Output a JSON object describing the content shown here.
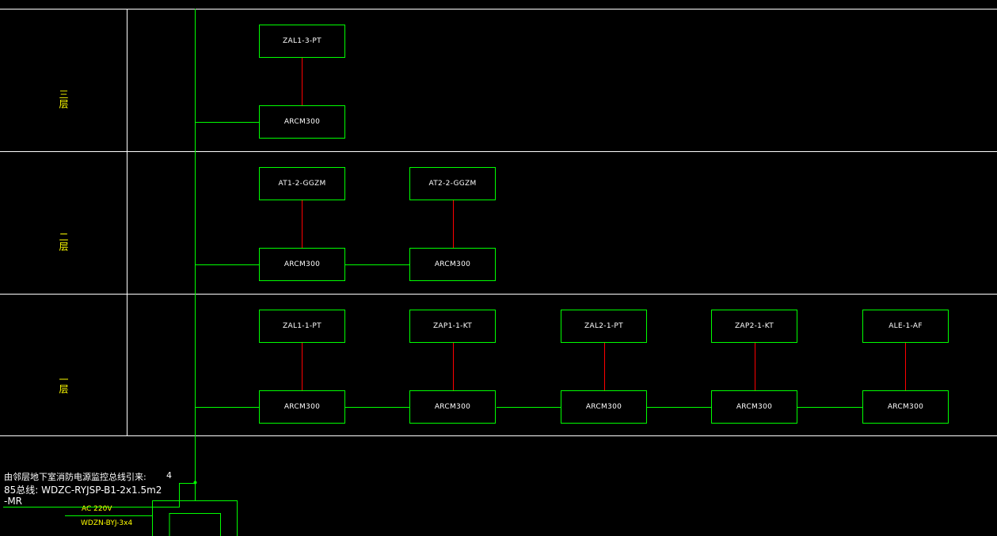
{
  "floors": [
    {
      "label": "三层"
    },
    {
      "label": "二层"
    },
    {
      "label": "一层"
    }
  ],
  "floor3": {
    "panels": [
      "ZAL1-3-PT"
    ],
    "modules": [
      "ARCM300"
    ]
  },
  "floor2": {
    "panels": [
      "AT1-2-GGZM",
      "AT2-2-GGZM"
    ],
    "modules": [
      "ARCM300",
      "ARCM300"
    ]
  },
  "floor1": {
    "panels": [
      "ZAL1-1-PT",
      "ZAP1-1-KT",
      "ZAL2-1-PT",
      "ZAP2-1-KT",
      "ALE-1-AF"
    ],
    "modules": [
      "ARCM300",
      "ARCM300",
      "ARCM300",
      "ARCM300",
      "ARCM300"
    ]
  },
  "notes": {
    "source_line1": "由邻层地下室消防电源监控总线引来:",
    "source_num": "4",
    "source_line2": "85总线: WDZC-RYJSP-B1-2x1.5m2",
    "source_line3": "-MR",
    "power_label": "AC 220V",
    "cable_label": "WDZN-BYJ-3x4"
  },
  "colors": {
    "background": "#000000",
    "bus_line": "#00ff00",
    "link_line": "#ff0000",
    "grid_line": "#ffffff",
    "floor_text": "#ffff00",
    "box_text": "#ffffff"
  }
}
